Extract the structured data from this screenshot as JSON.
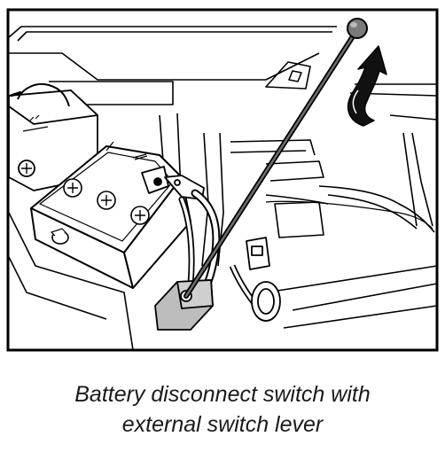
{
  "caption": {
    "line1": "Battery disconnect switch with",
    "line2": "external switch lever"
  },
  "illustration": {
    "style": "black line art on white",
    "switch_housing_fill": "#bdbdbd",
    "arrow_fill": "#111111",
    "icons": [
      "battery-icon",
      "switch-lever-icon",
      "rotation-arrow-icon",
      "battery-terminal-icon",
      "cable-icon"
    ]
  }
}
